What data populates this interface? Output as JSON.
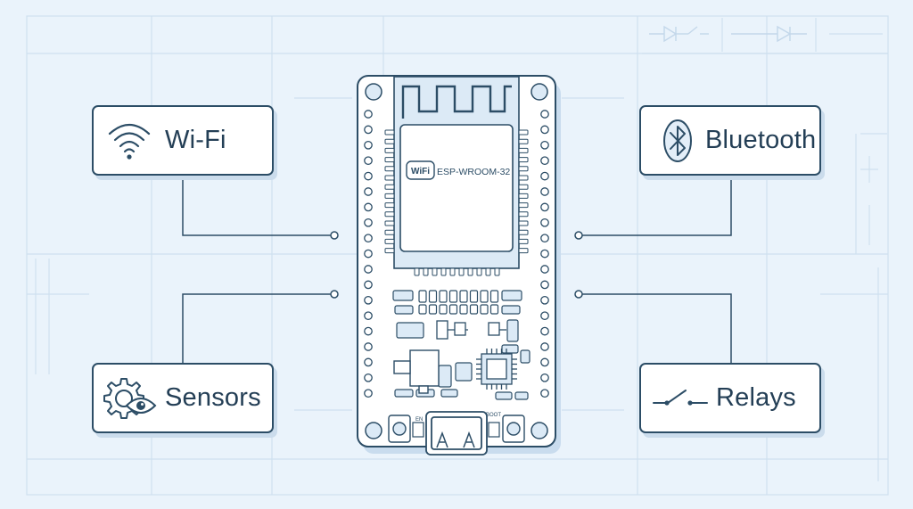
{
  "colors": {
    "background": "#eaf3fb",
    "line": "#2c4d66",
    "board_fill": "#ffffff",
    "board_accent": "#c9dcee"
  },
  "features": {
    "wifi": {
      "label": "Wi-Fi",
      "icon": "wifi-icon"
    },
    "bluetooth": {
      "label": "Bluetooth",
      "icon": "bluetooth-icon"
    },
    "sensors": {
      "label": "Sensors",
      "icon": "gear-eye-icon"
    },
    "relays": {
      "label": "Relays",
      "icon": "switch-icon"
    }
  },
  "board": {
    "module_logo": "WiFi",
    "module_name": "ESP-WROOM-32",
    "button_left_label": "EN",
    "button_right_label": "BOOT",
    "icon": "microcontroller-board"
  }
}
